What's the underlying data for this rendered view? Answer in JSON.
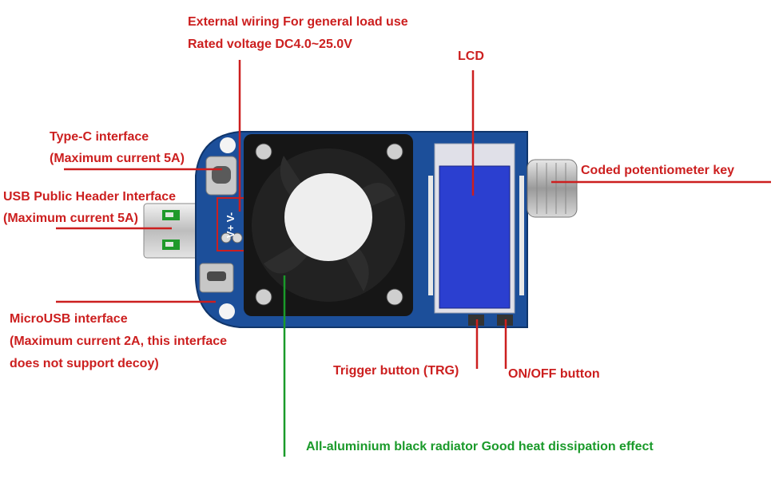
{
  "colors": {
    "label_red": "#cc1f1f",
    "label_green": "#1a9a2a",
    "pcb_blue": "#1c4f9a",
    "lcd_blue": "#2b3fd0"
  },
  "labels": {
    "external_wiring_line1": "External wiring For general load use",
    "external_wiring_line2": "Rated voltage DC4.0~25.0V",
    "lcd": "LCD",
    "type_c_line1": "Type-C interface",
    "type_c_line2": "(Maximum current 5A)",
    "usb_line1": "USB Public Header Interface",
    "usb_line2": "(Maximum current 5A)",
    "potentiometer": "Coded potentiometer key",
    "micro_usb_line1": "MicroUSB interface",
    "micro_usb_line2": "(Maximum current 2A, this interface",
    "micro_usb_line3": "does not support decoy)",
    "trigger_button": "Trigger button (TRG)",
    "on_off_button": "ON/OFF button",
    "radiator": "All-aluminium black radiator Good heat dissipation effect"
  },
  "board_markings": {
    "terminal_text": "V+ V-"
  },
  "icons": [
    "fan-icon",
    "usb-a-connector-icon",
    "usb-c-port-icon",
    "micro-usb-port-icon",
    "potentiometer-knob-icon",
    "lcd-screen-icon"
  ]
}
